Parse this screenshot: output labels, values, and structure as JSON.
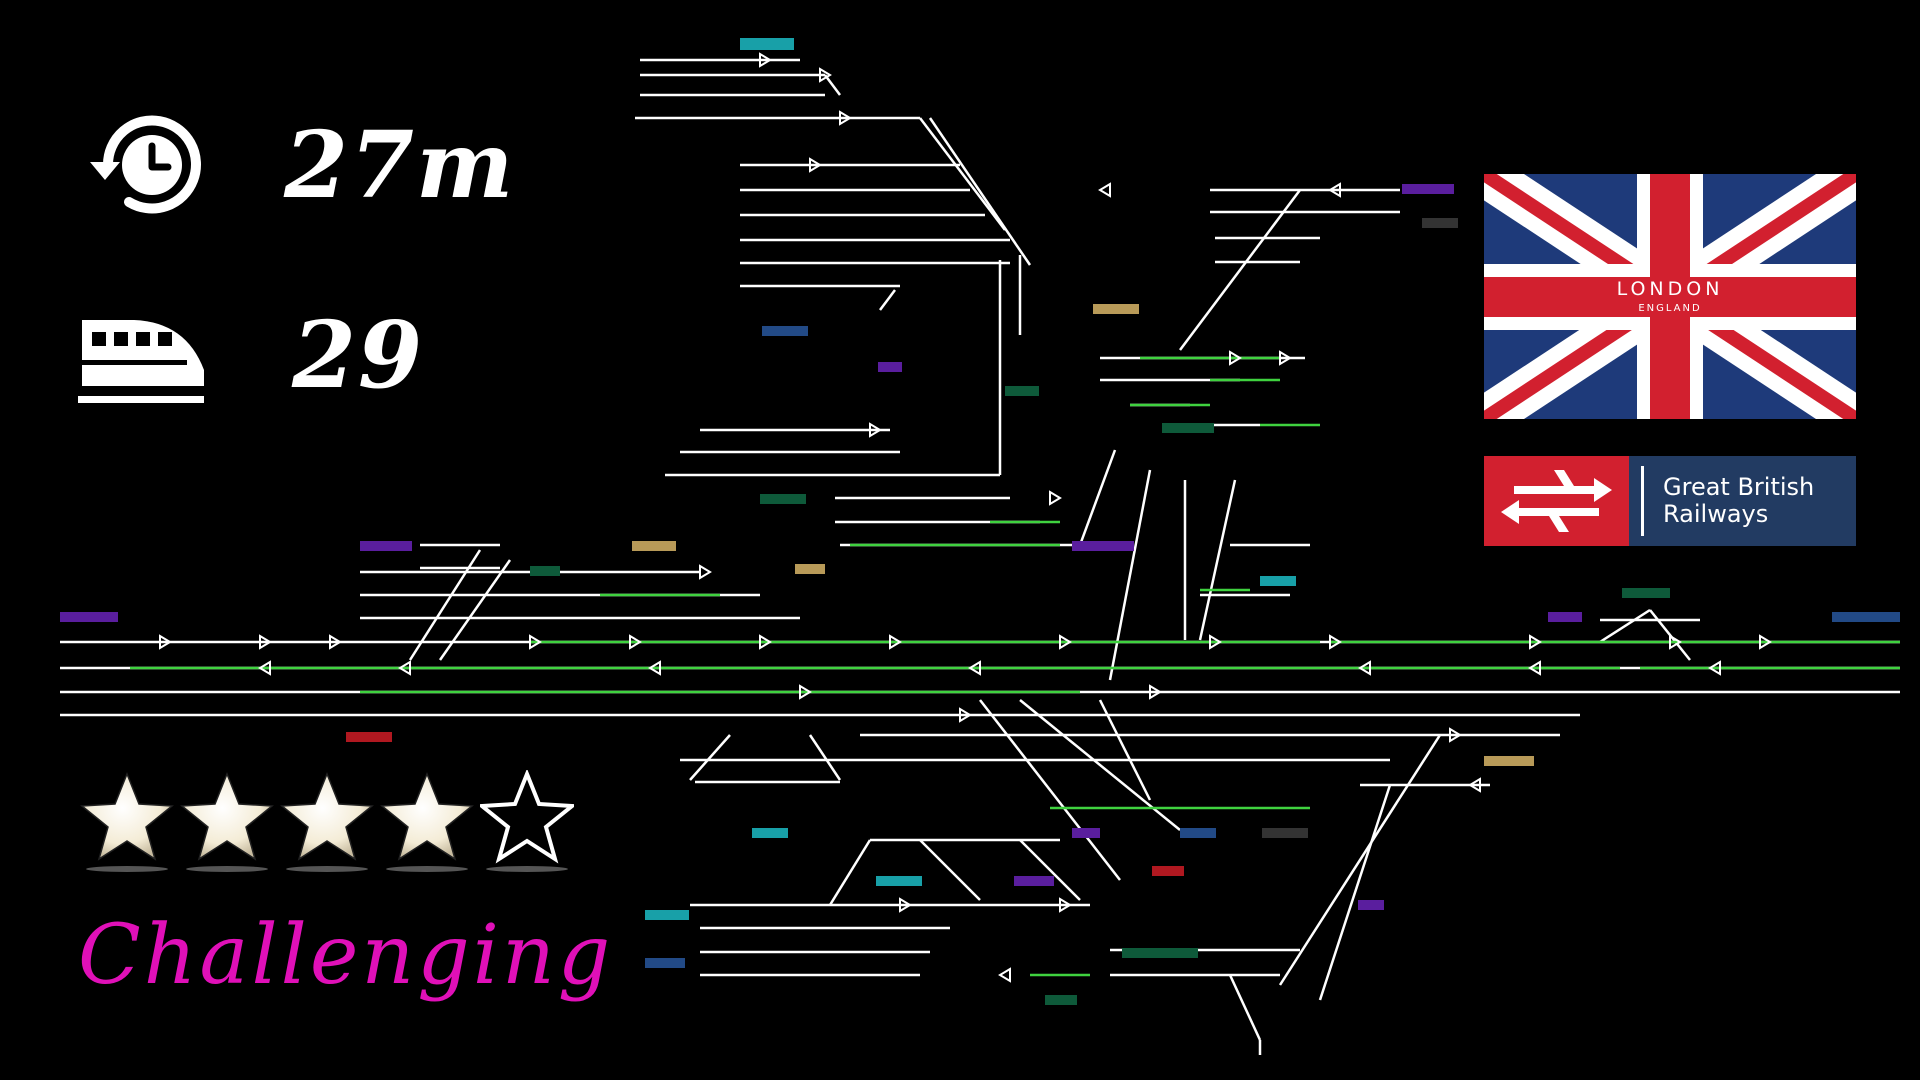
{
  "stats": {
    "duration": "27m",
    "trains": "29",
    "duration_icon": "clock-history-icon",
    "trains_icon": "high-speed-train-icon"
  },
  "rating": {
    "stars": 4,
    "max": 5
  },
  "difficulty": {
    "label": "Challenging",
    "color": "#e010b8"
  },
  "location": {
    "city": "LONDON",
    "country": "ENGLAND"
  },
  "operator": {
    "line1": "Great British",
    "line2": "Railways",
    "brand_red": "#d2202f",
    "brand_blue": "#223b62"
  },
  "colors": {
    "track": "#ffffff",
    "route_set": "#3fd23f",
    "background": "#000000"
  }
}
